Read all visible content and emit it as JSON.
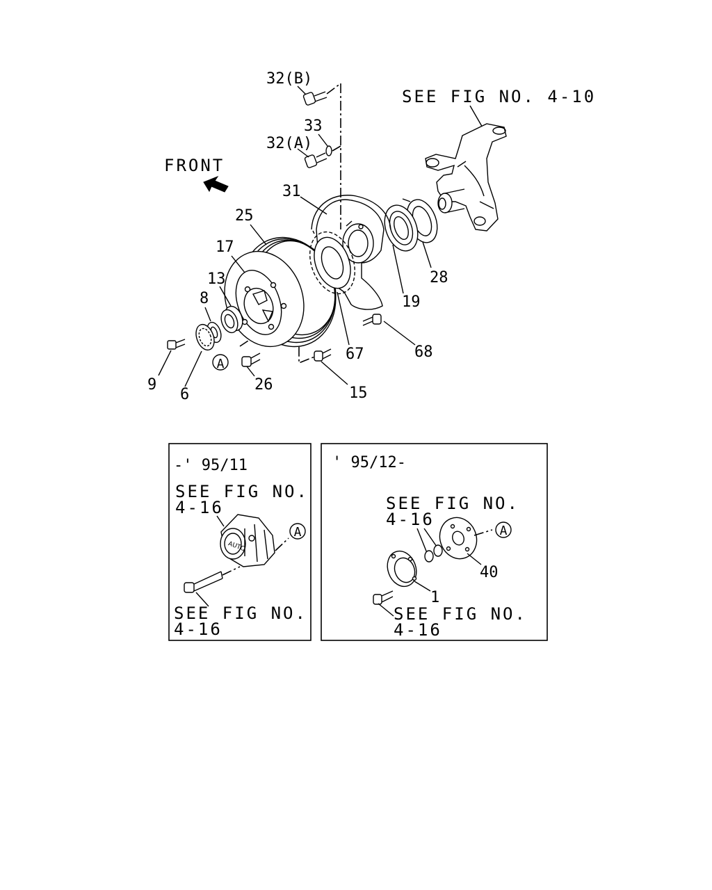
{
  "header": {
    "see_fig_4_10": "SEE FIG NO. 4-10",
    "front": "FRONT"
  },
  "callouts": {
    "p32b": "32(B)",
    "p33": "33",
    "p32a": "32(A)",
    "p31": "31",
    "p25": "25",
    "p17": "17",
    "p13": "13",
    "p8": "8",
    "p9": "9",
    "p6": "6",
    "p26": "26",
    "p15": "15",
    "p67": "67",
    "p68": "68",
    "p19": "19",
    "p28": "28",
    "ref_a": "A"
  },
  "inset_left": {
    "period": "-' 95/11",
    "see_fig_top_line1": "SEE FIG NO.",
    "see_fig_top_line2": "4-16",
    "hub_text": "AUTO",
    "ref_a": "A",
    "see_fig_bottom_line1": "SEE FIG NO.",
    "see_fig_bottom_line2": "4-16"
  },
  "inset_right": {
    "period": "' 95/12-",
    "see_fig_top_line1": "SEE FIG NO.",
    "see_fig_top_line2": "4-16",
    "ref_a": "A",
    "p40": "40",
    "p1": "1",
    "see_fig_bottom_line1": "SEE FIG NO.",
    "see_fig_bottom_line2": "4-16"
  }
}
